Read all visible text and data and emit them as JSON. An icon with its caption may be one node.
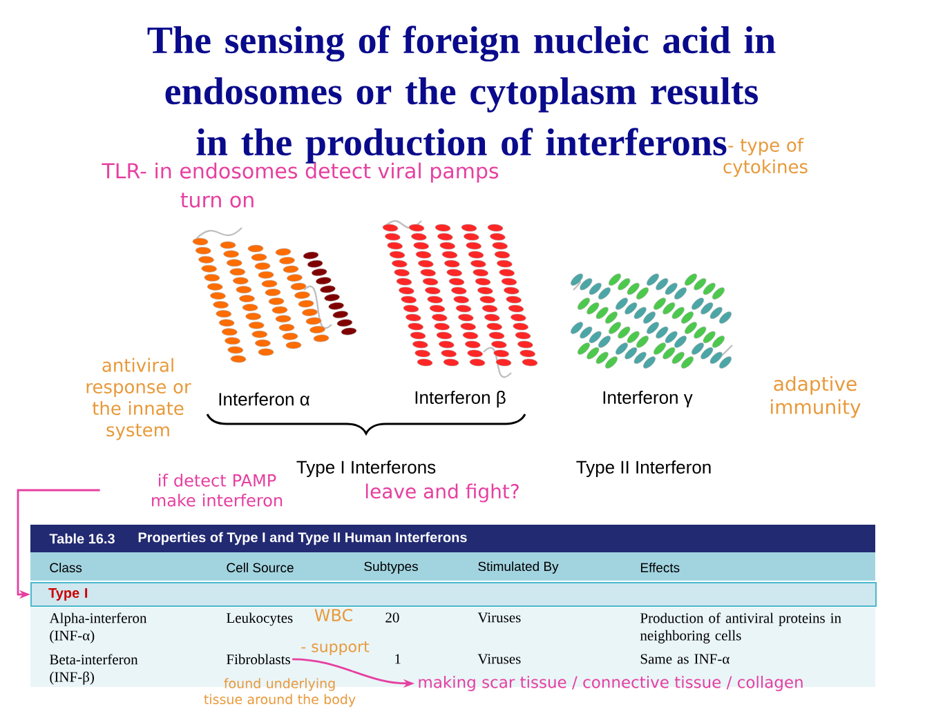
{
  "diagram": {
    "title": "The sensing of foreign nucleic acid in endosomes or the cytoplasm results in the production of interferons",
    "nodes": [
      {
        "text": [
          "if detect PAMP make interferon"
        ]
      },
      {
        "text": [
          "Type I"
        ]
      },
      {
        "text": [
          "Fibroblasts"
        ]
      },
      {
        "text": [
          "making scar tissue / connective tissue / collagen"
        ]
      }
    ],
    "edges": [
      {
        "from": 0,
        "to": 1,
        "arrow": "to"
      },
      {
        "from": 2,
        "to": 3,
        "arrow": "to"
      }
    ],
    "labels": [
      "- type of cytokines",
      "TLR- in endosomes detect viral pamps",
      "turn on",
      "antiviral response or the innate system",
      "Interferon α",
      "Interferon β",
      "Interferon γ",
      "adaptive immunity",
      "Type I Interferons",
      "Type II Interferon",
      "leave and fight?",
      "Table 16.3",
      "Properties of Type I and Type II Human Interferons",
      "Class",
      "Cell Source",
      "Subtypes",
      "Stimulated By",
      "Effects",
      "Alpha-interferon (INF-α)",
      "Leukocytes",
      "WBC",
      "20",
      "Viruses",
      "Production of antiviral proteins in neighboring cells",
      "- support",
      "Beta-interferon (INF-β)",
      "1",
      "Viruses",
      "Same as INF-α",
      "found underlying tissue around the body"
    ]
  }
}
